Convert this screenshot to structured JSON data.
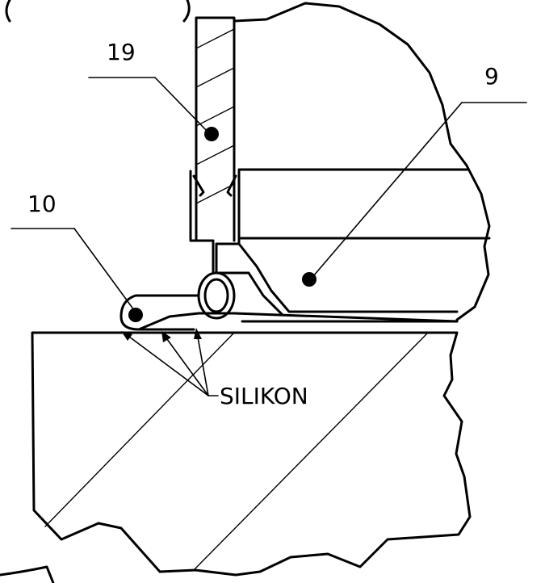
{
  "labels": {
    "part_19": "19",
    "part_9": "9",
    "part_10": "10",
    "silikon": "SILIKON"
  },
  "colors": {
    "ink": "#000000",
    "background": "#ffffff"
  }
}
